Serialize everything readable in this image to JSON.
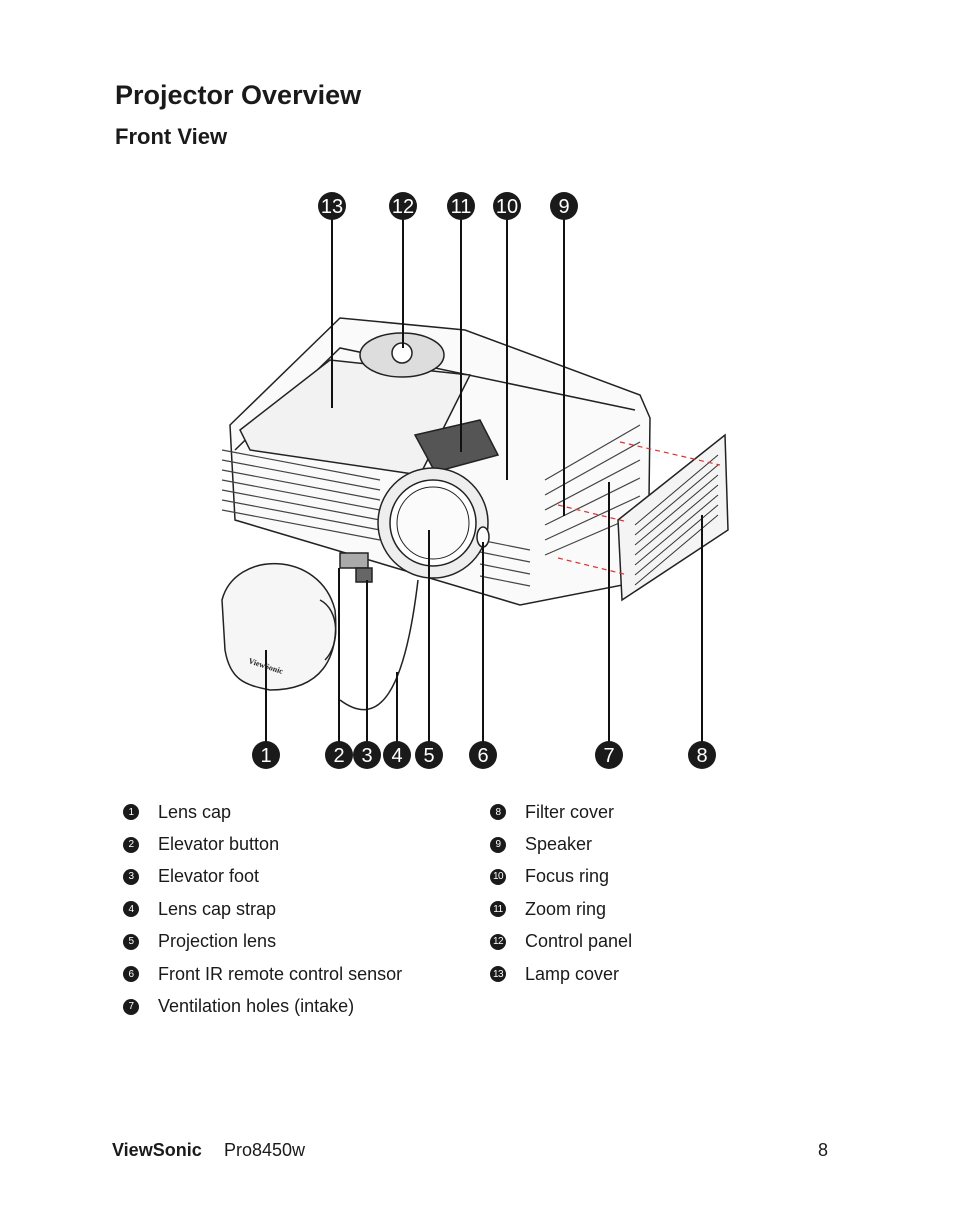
{
  "page": {
    "title": "Projector Overview",
    "subtitle": "Front View"
  },
  "figure": {
    "callouts": [
      "1",
      "2",
      "3",
      "4",
      "5",
      "6",
      "7",
      "8",
      "9",
      "10",
      "11",
      "12",
      "13"
    ],
    "brand_mark": "ViewSonic"
  },
  "legend": {
    "left": [
      {
        "num": "1",
        "label": "Lens cap"
      },
      {
        "num": "2",
        "label": "Elevator button"
      },
      {
        "num": "3",
        "label": "Elevator foot"
      },
      {
        "num": "4",
        "label": "Lens cap strap"
      },
      {
        "num": "5",
        "label": "Projection lens"
      },
      {
        "num": "6",
        "label": "Front IR remote control sensor"
      },
      {
        "num": "7",
        "label": "Ventilation holes (intake)"
      }
    ],
    "right": [
      {
        "num": "8",
        "label": "Filter cover"
      },
      {
        "num": "9",
        "label": "Speaker"
      },
      {
        "num": "10",
        "label": "Focus ring"
      },
      {
        "num": "11",
        "label": "Zoom ring"
      },
      {
        "num": "12",
        "label": "Control panel"
      },
      {
        "num": "13",
        "label": "Lamp cover"
      }
    ]
  },
  "footer": {
    "brand": "ViewSonic",
    "model": "Pro8450w",
    "page_number": "8"
  }
}
